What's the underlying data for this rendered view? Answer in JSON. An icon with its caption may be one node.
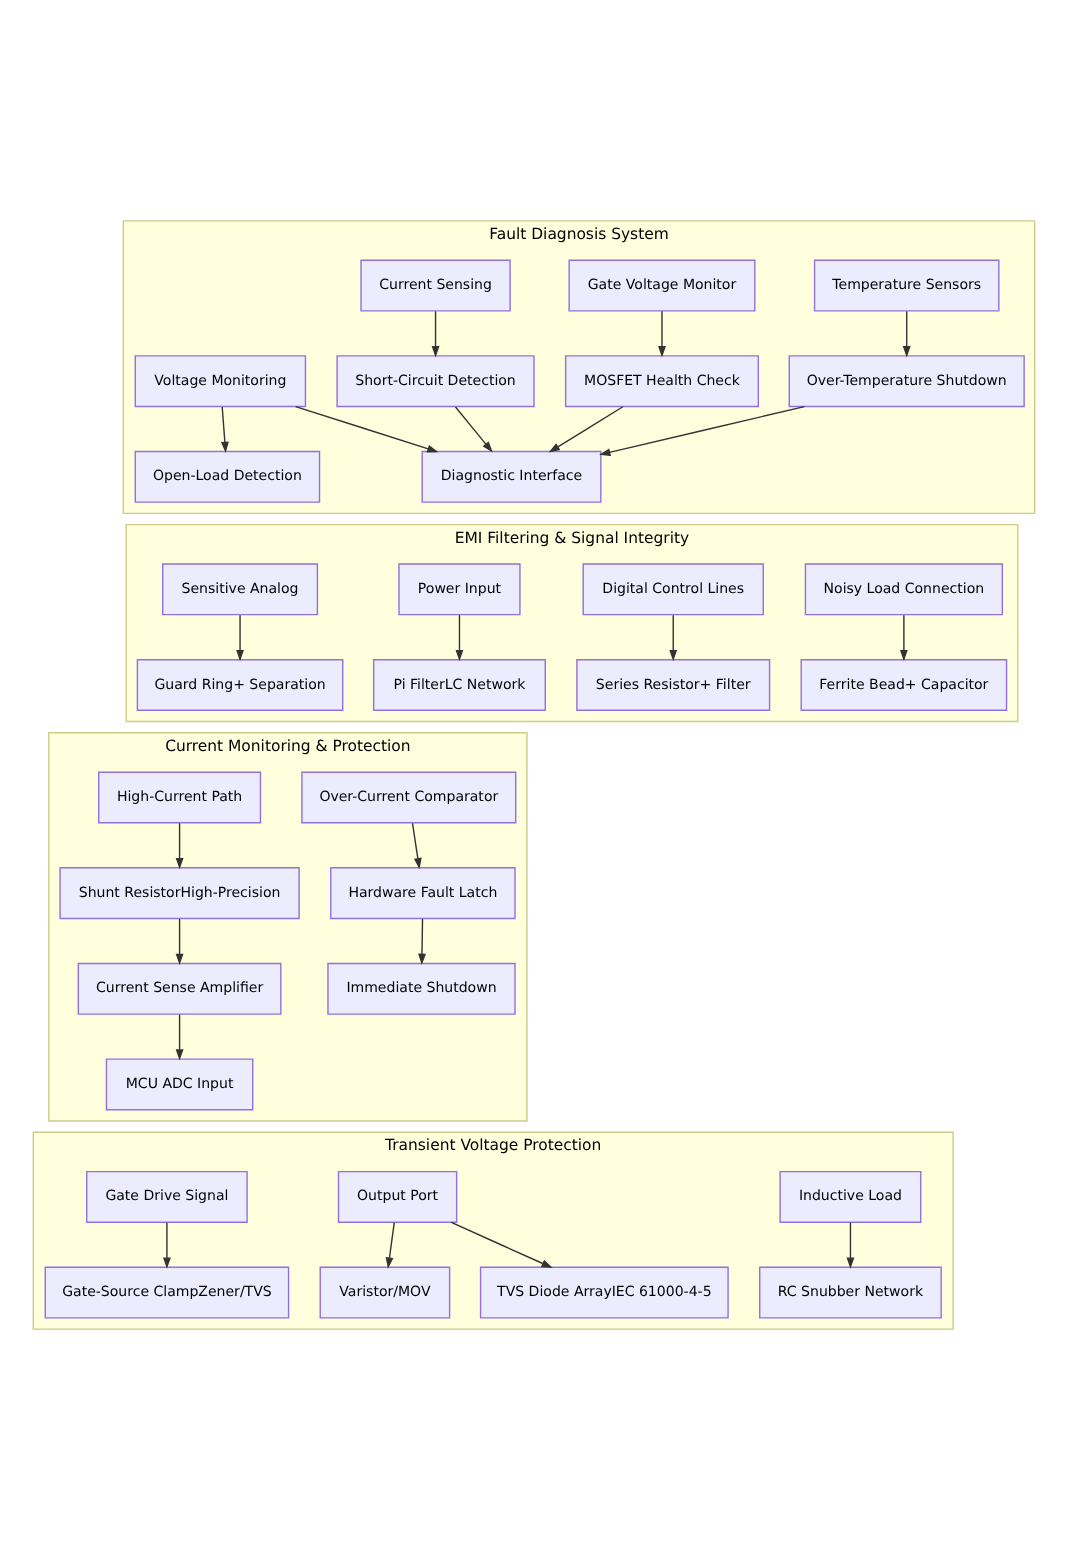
{
  "diagram": {
    "nodes": [
      {
        "text": [
          "Fault Diagnosis System"
        ]
      },
      {
        "text": [
          "Current Sensing"
        ],
        "in": 0
      },
      {
        "text": [
          "Temperature Sensors"
        ],
        "in": 0
      },
      {
        "text": [
          "Gate Voltage Monitor"
        ],
        "in": 0
      },
      {
        "text": [
          "Short-Circuit Detection"
        ],
        "in": 0
      },
      {
        "text": [
          "Voltage Monitoring"
        ],
        "in": 0
      },
      {
        "text": [
          "Over-Temperature Shutdown"
        ],
        "in": 0
      },
      {
        "text": [
          "MOSFET Health Check"
        ],
        "in": 0
      },
      {
        "text": [
          "Open-Load Detection"
        ],
        "in": 0
      },
      {
        "text": [
          "Diagnostic Interface"
        ],
        "in": 0
      },
      {
        "text": [
          "EMI Filtering & Signal Integrity"
        ]
      },
      {
        "text": [
          "Noisy Load Connection"
        ],
        "in": 10
      },
      {
        "text": [
          "Digital Control Lines"
        ],
        "in": 10
      },
      {
        "text": [
          "Power Input"
        ],
        "in": 10
      },
      {
        "text": [
          "Sensitive Analog"
        ],
        "in": 10
      },
      {
        "text": [
          "Ferrite Bead+ Capacitor"
        ],
        "in": 10
      },
      {
        "text": [
          "Series Resistor+ Filter"
        ],
        "in": 10
      },
      {
        "text": [
          "Pi FilterLC Network"
        ],
        "in": 10
      },
      {
        "text": [
          "Guard Ring+ Separation"
        ],
        "in": 10
      },
      {
        "text": [
          "Current Monitoring & Protection"
        ]
      },
      {
        "text": [
          "High-Current Path"
        ],
        "in": 19
      },
      {
        "text": [
          "Shunt ResistorHigh-Precision"
        ],
        "in": 19
      },
      {
        "text": [
          "Over-Current Comparator"
        ],
        "in": 19
      },
      {
        "text": [
          "Current Sense Amplifier"
        ],
        "in": 19
      },
      {
        "text": [
          "Hardware Fault Latch"
        ],
        "in": 19
      },
      {
        "text": [
          "MCU ADC Input"
        ],
        "in": 19
      },
      {
        "text": [
          "Immediate Shutdown"
        ],
        "in": 19
      },
      {
        "text": [
          "Transient Voltage Protection"
        ]
      },
      {
        "text": [
          "Output Port"
        ],
        "in": 27
      },
      {
        "text": [
          "Inductive Load"
        ],
        "in": 27
      },
      {
        "text": [
          "Gate Drive Signal"
        ],
        "in": 27
      },
      {
        "text": [
          "TVS Diode ArrayIEC 61000-4-5"
        ],
        "in": 27
      },
      {
        "text": [
          "Varistor/MOV"
        ],
        "in": 27
      },
      {
        "text": [
          "RC Snubber Network"
        ],
        "in": 27
      },
      {
        "text": [
          "Gate-Source ClampZener/TVS"
        ],
        "in": 27
      }
    ],
    "edges": [
      {
        "from": 1,
        "to": 4,
        "arrow": "to"
      },
      {
        "from": 2,
        "to": 6,
        "arrow": "to"
      },
      {
        "from": 3,
        "to": 7,
        "arrow": "to"
      },
      {
        "from": 4,
        "to": 9,
        "arrow": "to"
      },
      {
        "from": 5,
        "to": 8,
        "arrow": "to"
      },
      {
        "from": 5,
        "to": 9,
        "arrow": "to"
      },
      {
        "from": 6,
        "to": 9,
        "arrow": "to"
      },
      {
        "from": 7,
        "to": 9,
        "arrow": "to"
      },
      {
        "from": 11,
        "to": 15,
        "arrow": "to"
      },
      {
        "from": 12,
        "to": 16,
        "arrow": "to"
      },
      {
        "from": 13,
        "to": 17,
        "arrow": "to"
      },
      {
        "from": 14,
        "to": 18,
        "arrow": "to"
      },
      {
        "from": 20,
        "to": 21,
        "arrow": "to"
      },
      {
        "from": 21,
        "to": 23,
        "arrow": "to"
      },
      {
        "from": 23,
        "to": 25,
        "arrow": "to"
      },
      {
        "from": 22,
        "to": 24,
        "arrow": "to"
      },
      {
        "from": 24,
        "to": 26,
        "arrow": "to"
      },
      {
        "from": 28,
        "to": 31,
        "arrow": "to"
      },
      {
        "from": 28,
        "to": 32,
        "arrow": "to"
      },
      {
        "from": 29,
        "to": 33,
        "arrow": "to"
      },
      {
        "from": 30,
        "to": 34,
        "arrow": "to"
      }
    ]
  }
}
